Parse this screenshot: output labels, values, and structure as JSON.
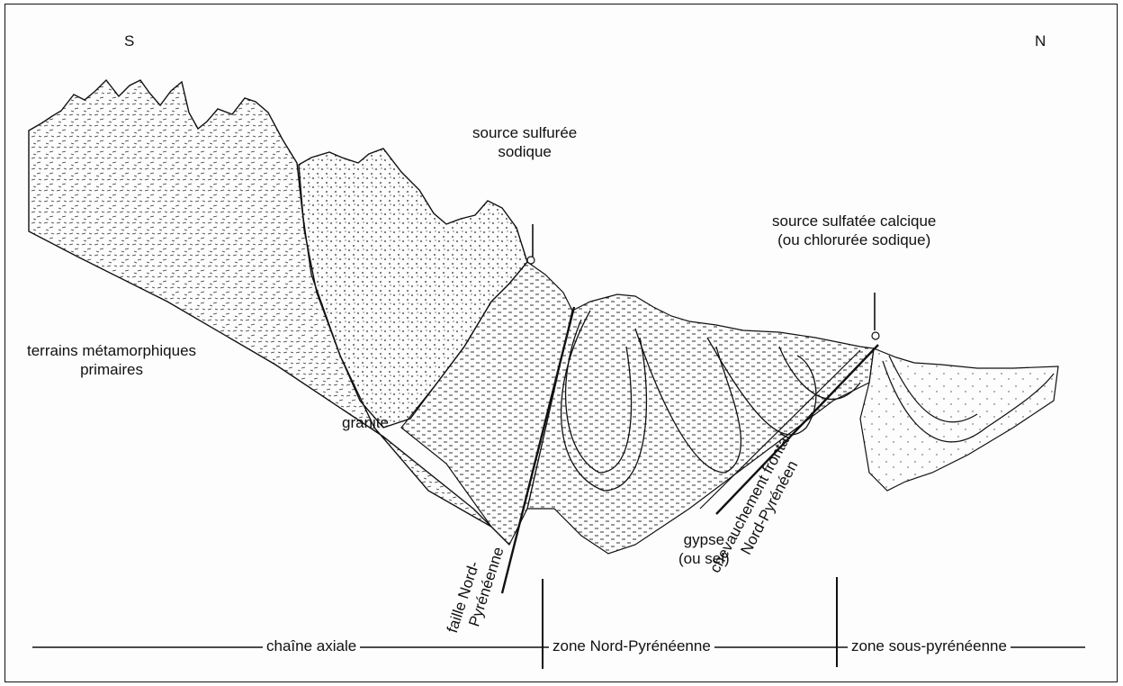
{
  "orientation": {
    "south": "S",
    "north": "N"
  },
  "labels": {
    "metamorphic": [
      "terrains métamorphiques",
      "primaires"
    ],
    "granite": "granite",
    "sulphur_spring": [
      "source sulfurée",
      "sodique"
    ],
    "sulphate_spring": [
      "source sulfatée calcique",
      "(ou chlorurée sodique)"
    ],
    "fault": [
      "faille Nord-",
      "Pyrénéenne"
    ],
    "gypsum": [
      "gypse",
      "(ou sel)"
    ],
    "thrust": [
      "chevauchement frontal",
      "Nord-Pyrénéen"
    ]
  },
  "zones": [
    "chaîne axiale",
    "zone Nord-Pyrénéenne",
    "zone sous-pyrénéenne"
  ],
  "colors": {
    "ink": "#111111",
    "paper": "#fdfdfd"
  }
}
